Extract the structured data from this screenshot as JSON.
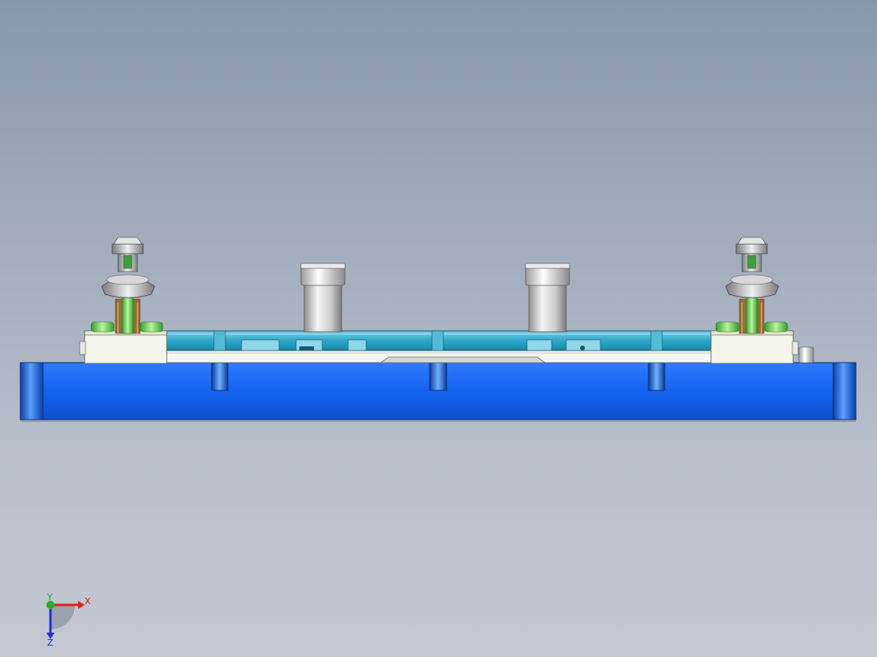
{
  "viewport": {
    "background_top": "#8a97ab",
    "background_bottom": "#c3c8d2"
  },
  "model": {
    "base_plate_color": "#1463f0",
    "plate_color": "#2aa7c9",
    "bushing_color": "#dfe0e2",
    "spring_color": "#7ed957",
    "block_color": "#f3f5e9",
    "post_color": "#c8c8c8"
  },
  "triad": {
    "x_label": "X",
    "y_label": "Y",
    "z_label": "Z",
    "x_color": "#e02020",
    "y_color": "#22b022",
    "z_color": "#2030d8"
  }
}
